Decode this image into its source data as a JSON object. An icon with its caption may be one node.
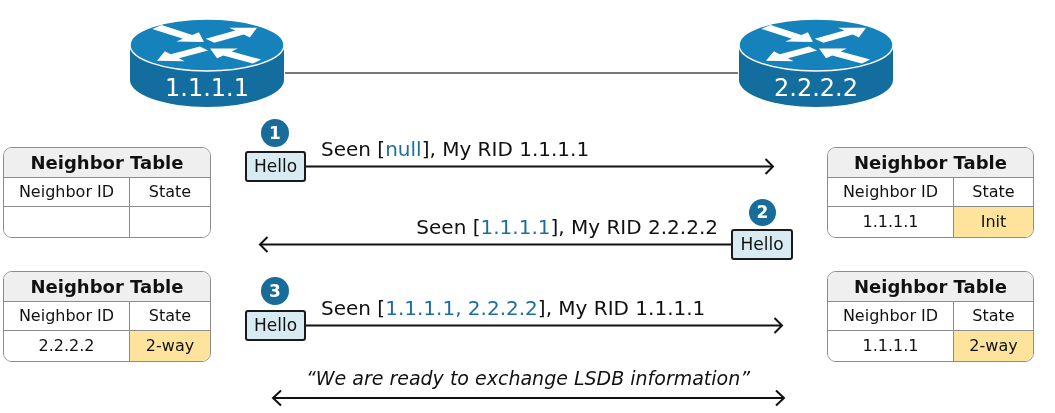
{
  "diagram": {
    "nodes": [
      {
        "text": [
          "1.1.1.1"
        ]
      },
      {
        "text": [
          "2.2.2.2"
        ]
      },
      {
        "text": [
          "1"
        ]
      },
      {
        "text": [
          "Neighbor Table"
        ]
      },
      {
        "text": [
          "Neighbor ID"
        ],
        "in": 3
      },
      {
        "text": [
          "State"
        ],
        "in": 3
      },
      {
        "text": [],
        "shape": "box",
        "in": 3
      },
      {
        "text": [],
        "shape": "box",
        "in": 3
      },
      {
        "text": [
          "Hello"
        ]
      },
      {
        "text": [
          "Neighbor Table"
        ]
      },
      {
        "text": [
          "Neighbor ID"
        ],
        "in": 9
      },
      {
        "text": [
          "State"
        ],
        "in": 9
      },
      {
        "text": [
          "1.1.1.1"
        ],
        "in": 9
      },
      {
        "text": [
          "Init"
        ],
        "in": 9
      },
      {
        "text": [
          "2"
        ]
      },
      {
        "text": [
          "Hello"
        ]
      },
      {
        "text": [
          "Neighbor Table"
        ]
      },
      {
        "text": [
          "Neighbor ID"
        ],
        "in": 16
      },
      {
        "text": [
          "State"
        ],
        "in": 16
      },
      {
        "text": [
          "2.2.2.2"
        ],
        "in": 16
      },
      {
        "text": [
          "2-way"
        ],
        "in": 16
      },
      {
        "text": [
          "3"
        ]
      },
      {
        "text": [
          "Hello"
        ]
      },
      {
        "text": [
          "Neighbor Table"
        ]
      },
      {
        "text": [
          "Neighbor ID"
        ],
        "in": 23
      },
      {
        "text": [
          "State"
        ],
        "in": 23
      },
      {
        "text": [
          "1.1.1.1"
        ],
        "in": 23
      },
      {
        "text": [
          "2-way"
        ],
        "in": 23
      }
    ],
    "edges": [
      {
        "from": 0,
        "to": 1,
        "arrow": "none",
        "color": "#777777"
      },
      {
        "from": 8,
        "to": null,
        "arrow": "to",
        "label": "Seen [null], My RID 1.1.1.1"
      },
      {
        "from": 15,
        "to": null,
        "arrow": "to",
        "label": "Seen [1.1.1.1], My RID 2.2.2.2"
      },
      {
        "from": 22,
        "to": null,
        "arrow": "to",
        "label": "Seen [1.1.1.1, 2.2.2.2], My RID 1.1.1.1"
      }
    ],
    "labels": [
      "“We are ready to exchange LSDB information”"
    ]
  }
}
